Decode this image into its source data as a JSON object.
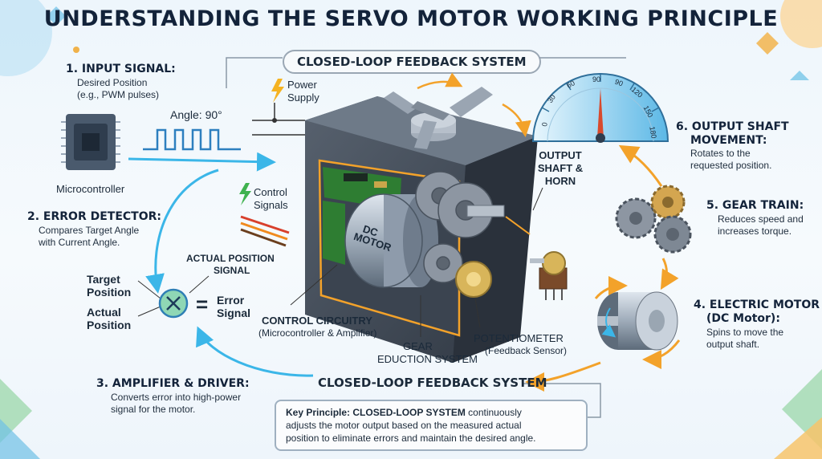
{
  "title": "UNDERSTANDING THE SERVO MOTOR WORKING PRINCIPLE",
  "banner_top": "CLOSED-LOOP FEEDBACK SYSTEM",
  "banner_bottom": "CLOSED-LOOP FEEDBACK SYSTEM",
  "steps": [
    {
      "title": "1. INPUT SIGNAL:",
      "desc1": "Desired Position",
      "desc2": "(e.g., PWM pulses)"
    },
    {
      "title": "2. ERROR DETECTOR:",
      "desc1": "Compares Target Angle",
      "desc2": "with Current Angle."
    },
    {
      "title": "3. AMPLIFIER & DRIVER:",
      "desc1": "Converts error into high-power",
      "desc2": "signal for the motor."
    },
    {
      "title": "4. ELECTRIC MOTOR",
      "title2": "(DC Motor):",
      "desc1": "Spins to move the",
      "desc2": "output shaft."
    },
    {
      "title": "5. GEAR TRAIN:",
      "desc1": "Reduces speed and",
      "desc2": "increases torque."
    },
    {
      "title": "6. OUTPUT SHAFT",
      "title2": "MOVEMENT:",
      "desc1": "Rotates to the",
      "desc2": "requested position."
    }
  ],
  "labels": {
    "microcontroller": "Microcontroller",
    "angle": "Angle: 90°",
    "power1": "Power",
    "power2": "Supply",
    "control1": "Control",
    "control2": "Signals",
    "output1": "OUTPUT",
    "output2": "SHAFT &",
    "output3": "HORN",
    "actual_pos1": "ACTUAL POSITION",
    "actual_pos2": "SIGNAL",
    "target1": "Target",
    "target2": "Position",
    "actualp1": "Actual",
    "actualp2": "Position",
    "equals": "=",
    "error1": "Error",
    "error2": "Signal",
    "control_circ1": "CONTROL CIRCUITRY",
    "control_circ2": "(Microcontroller & Amplifier)",
    "gear1": "GEAR",
    "gear2": "EDUCTION SYSTEM",
    "pot1": "POTENTIOMETER",
    "pot2": "(Feedback Sensor)",
    "dc_motor1": "DC",
    "dc_motor2": "MOTOR"
  },
  "gauge_ticks": [
    "0",
    "30",
    "60",
    "90",
    "90",
    "120",
    "150",
    "180"
  ],
  "key": {
    "bold1": "Key Principle: CLOSED-LOOP SYSTEM",
    "line1": " continuously",
    "line2": "adjusts the motor output based on the measured actual",
    "line3": "position to eliminate errors and maintain the desired angle."
  },
  "colors": {
    "feedback_blue": "#3bb6e8",
    "flow_orange": "#f3a22a",
    "servo_dark": "#3c4552",
    "pcb_green": "#2e7d32"
  }
}
